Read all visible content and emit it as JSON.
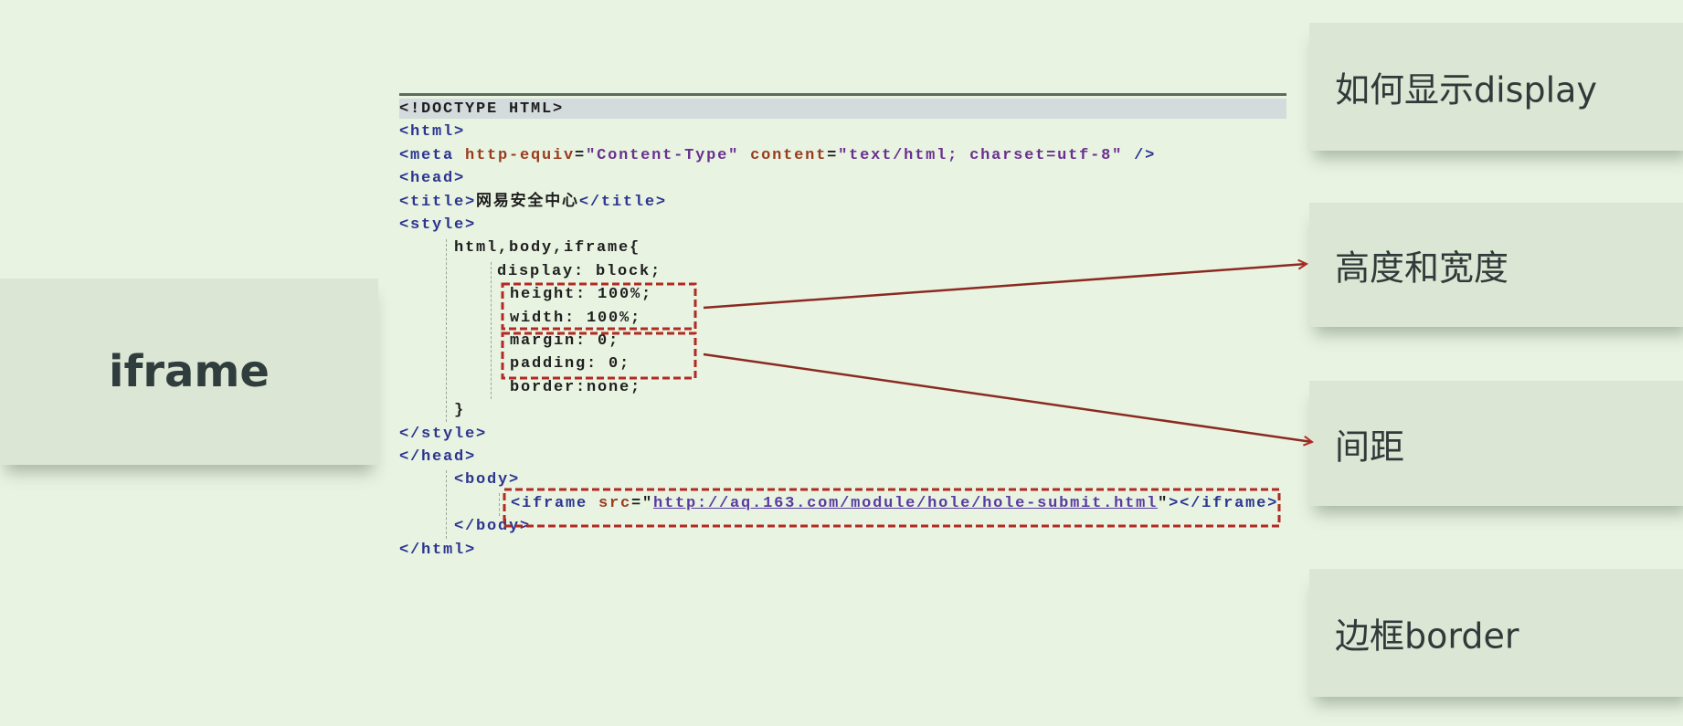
{
  "left_card": {
    "label": "iframe"
  },
  "right_cards": [
    {
      "label": "如何显示display"
    },
    {
      "label": "高度和宽度"
    },
    {
      "label": "间距"
    },
    {
      "label": "边框border"
    }
  ],
  "colors": {
    "background": "#e8f3e1",
    "card": "#dce6d4",
    "annotation": "#b22a22",
    "tag": "#2c3590",
    "attr": "#9a3b1e",
    "value": "#6a3090"
  },
  "code": [
    {
      "indent": 0,
      "segs": [
        {
          "t": "<!DOCTYPE HTML>",
          "c": "plain"
        }
      ]
    },
    {
      "indent": 0,
      "segs": [
        {
          "t": "<html>",
          "c": "tag"
        }
      ]
    },
    {
      "indent": 0,
      "segs": [
        {
          "t": "<meta ",
          "c": "tag"
        },
        {
          "t": "http-equiv",
          "c": "attr"
        },
        {
          "t": "=",
          "c": "plain"
        },
        {
          "t": "\"Content-Type\"",
          "c": "val"
        },
        {
          "t": " content",
          "c": "attr"
        },
        {
          "t": "=",
          "c": "plain"
        },
        {
          "t": "\"text/html; charset=utf-8\"",
          "c": "val"
        },
        {
          "t": " />",
          "c": "tag"
        }
      ]
    },
    {
      "indent": 0,
      "segs": [
        {
          "t": "<head>",
          "c": "tag"
        }
      ]
    },
    {
      "indent": 0,
      "segs": [
        {
          "t": "<title>",
          "c": "tag"
        },
        {
          "t": "网易安全中心",
          "c": "plain"
        },
        {
          "t": "</title>",
          "c": "tag"
        }
      ]
    },
    {
      "indent": 0,
      "segs": [
        {
          "t": "<style>",
          "c": "tag"
        }
      ]
    },
    {
      "indent": 1,
      "segs": [
        {
          "t": "html,body,iframe{",
          "c": "plain"
        }
      ]
    },
    {
      "indent": 2,
      "segs": [
        {
          "t": "display: block;",
          "c": "plain"
        }
      ]
    },
    {
      "indent": 3,
      "segs": [
        {
          "t": "height: 100%;",
          "c": "plain"
        }
      ]
    },
    {
      "indent": 3,
      "segs": [
        {
          "t": "width: 100%;",
          "c": "plain"
        }
      ]
    },
    {
      "indent": 3,
      "segs": [
        {
          "t": "margin: 0;",
          "c": "plain"
        }
      ]
    },
    {
      "indent": 3,
      "segs": [
        {
          "t": "padding: 0;",
          "c": "plain"
        }
      ]
    },
    {
      "indent": 3,
      "segs": [
        {
          "t": "border:none;",
          "c": "plain"
        }
      ]
    },
    {
      "indent": 1,
      "segs": [
        {
          "t": "}",
          "c": "plain"
        }
      ]
    },
    {
      "indent": 0,
      "segs": [
        {
          "t": "</style>",
          "c": "tag"
        }
      ]
    },
    {
      "indent": 0,
      "segs": [
        {
          "t": "</head>",
          "c": "tag"
        }
      ]
    },
    {
      "indent": 1,
      "segs": [
        {
          "t": "<body>",
          "c": "tag"
        }
      ]
    },
    {
      "indent": 3,
      "segs": [
        {
          "t": "<iframe ",
          "c": "tag"
        },
        {
          "t": "src",
          "c": "attr"
        },
        {
          "t": "=\"",
          "c": "plain"
        },
        {
          "t": "http://aq.163.com/module/hole/hole-submit.html",
          "c": "link"
        },
        {
          "t": "\"",
          "c": "plain"
        },
        {
          "t": "></iframe>",
          "c": "tag"
        }
      ]
    },
    {
      "indent": 1,
      "segs": [
        {
          "t": "</body>",
          "c": "tag"
        }
      ]
    },
    {
      "indent": 0,
      "segs": [
        {
          "t": "</html>",
          "c": "tag"
        }
      ]
    }
  ]
}
